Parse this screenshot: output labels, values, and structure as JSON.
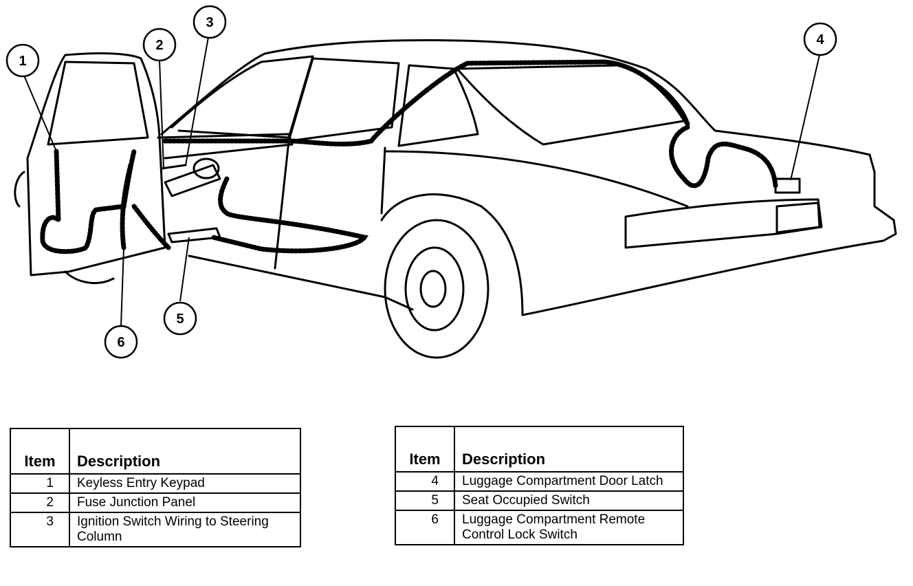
{
  "callouts": [
    "1",
    "2",
    "3",
    "4",
    "5",
    "6"
  ],
  "tables": [
    {
      "headers": {
        "item": "Item",
        "description": "Description"
      },
      "rows": [
        {
          "item": "1",
          "description": "Keyless Entry Keypad"
        },
        {
          "item": "2",
          "description": "Fuse Junction Panel"
        },
        {
          "item": "3",
          "description": "Ignition Switch Wiring to Steering Column"
        }
      ]
    },
    {
      "headers": {
        "item": "Item",
        "description": "Description"
      },
      "rows": [
        {
          "item": "4",
          "description": "Luggage Compartment Door Latch"
        },
        {
          "item": "5",
          "description": "Seat Occupied Switch"
        },
        {
          "item": "6",
          "description": "Luggage Compartment Remote Control Lock Switch"
        }
      ]
    }
  ]
}
